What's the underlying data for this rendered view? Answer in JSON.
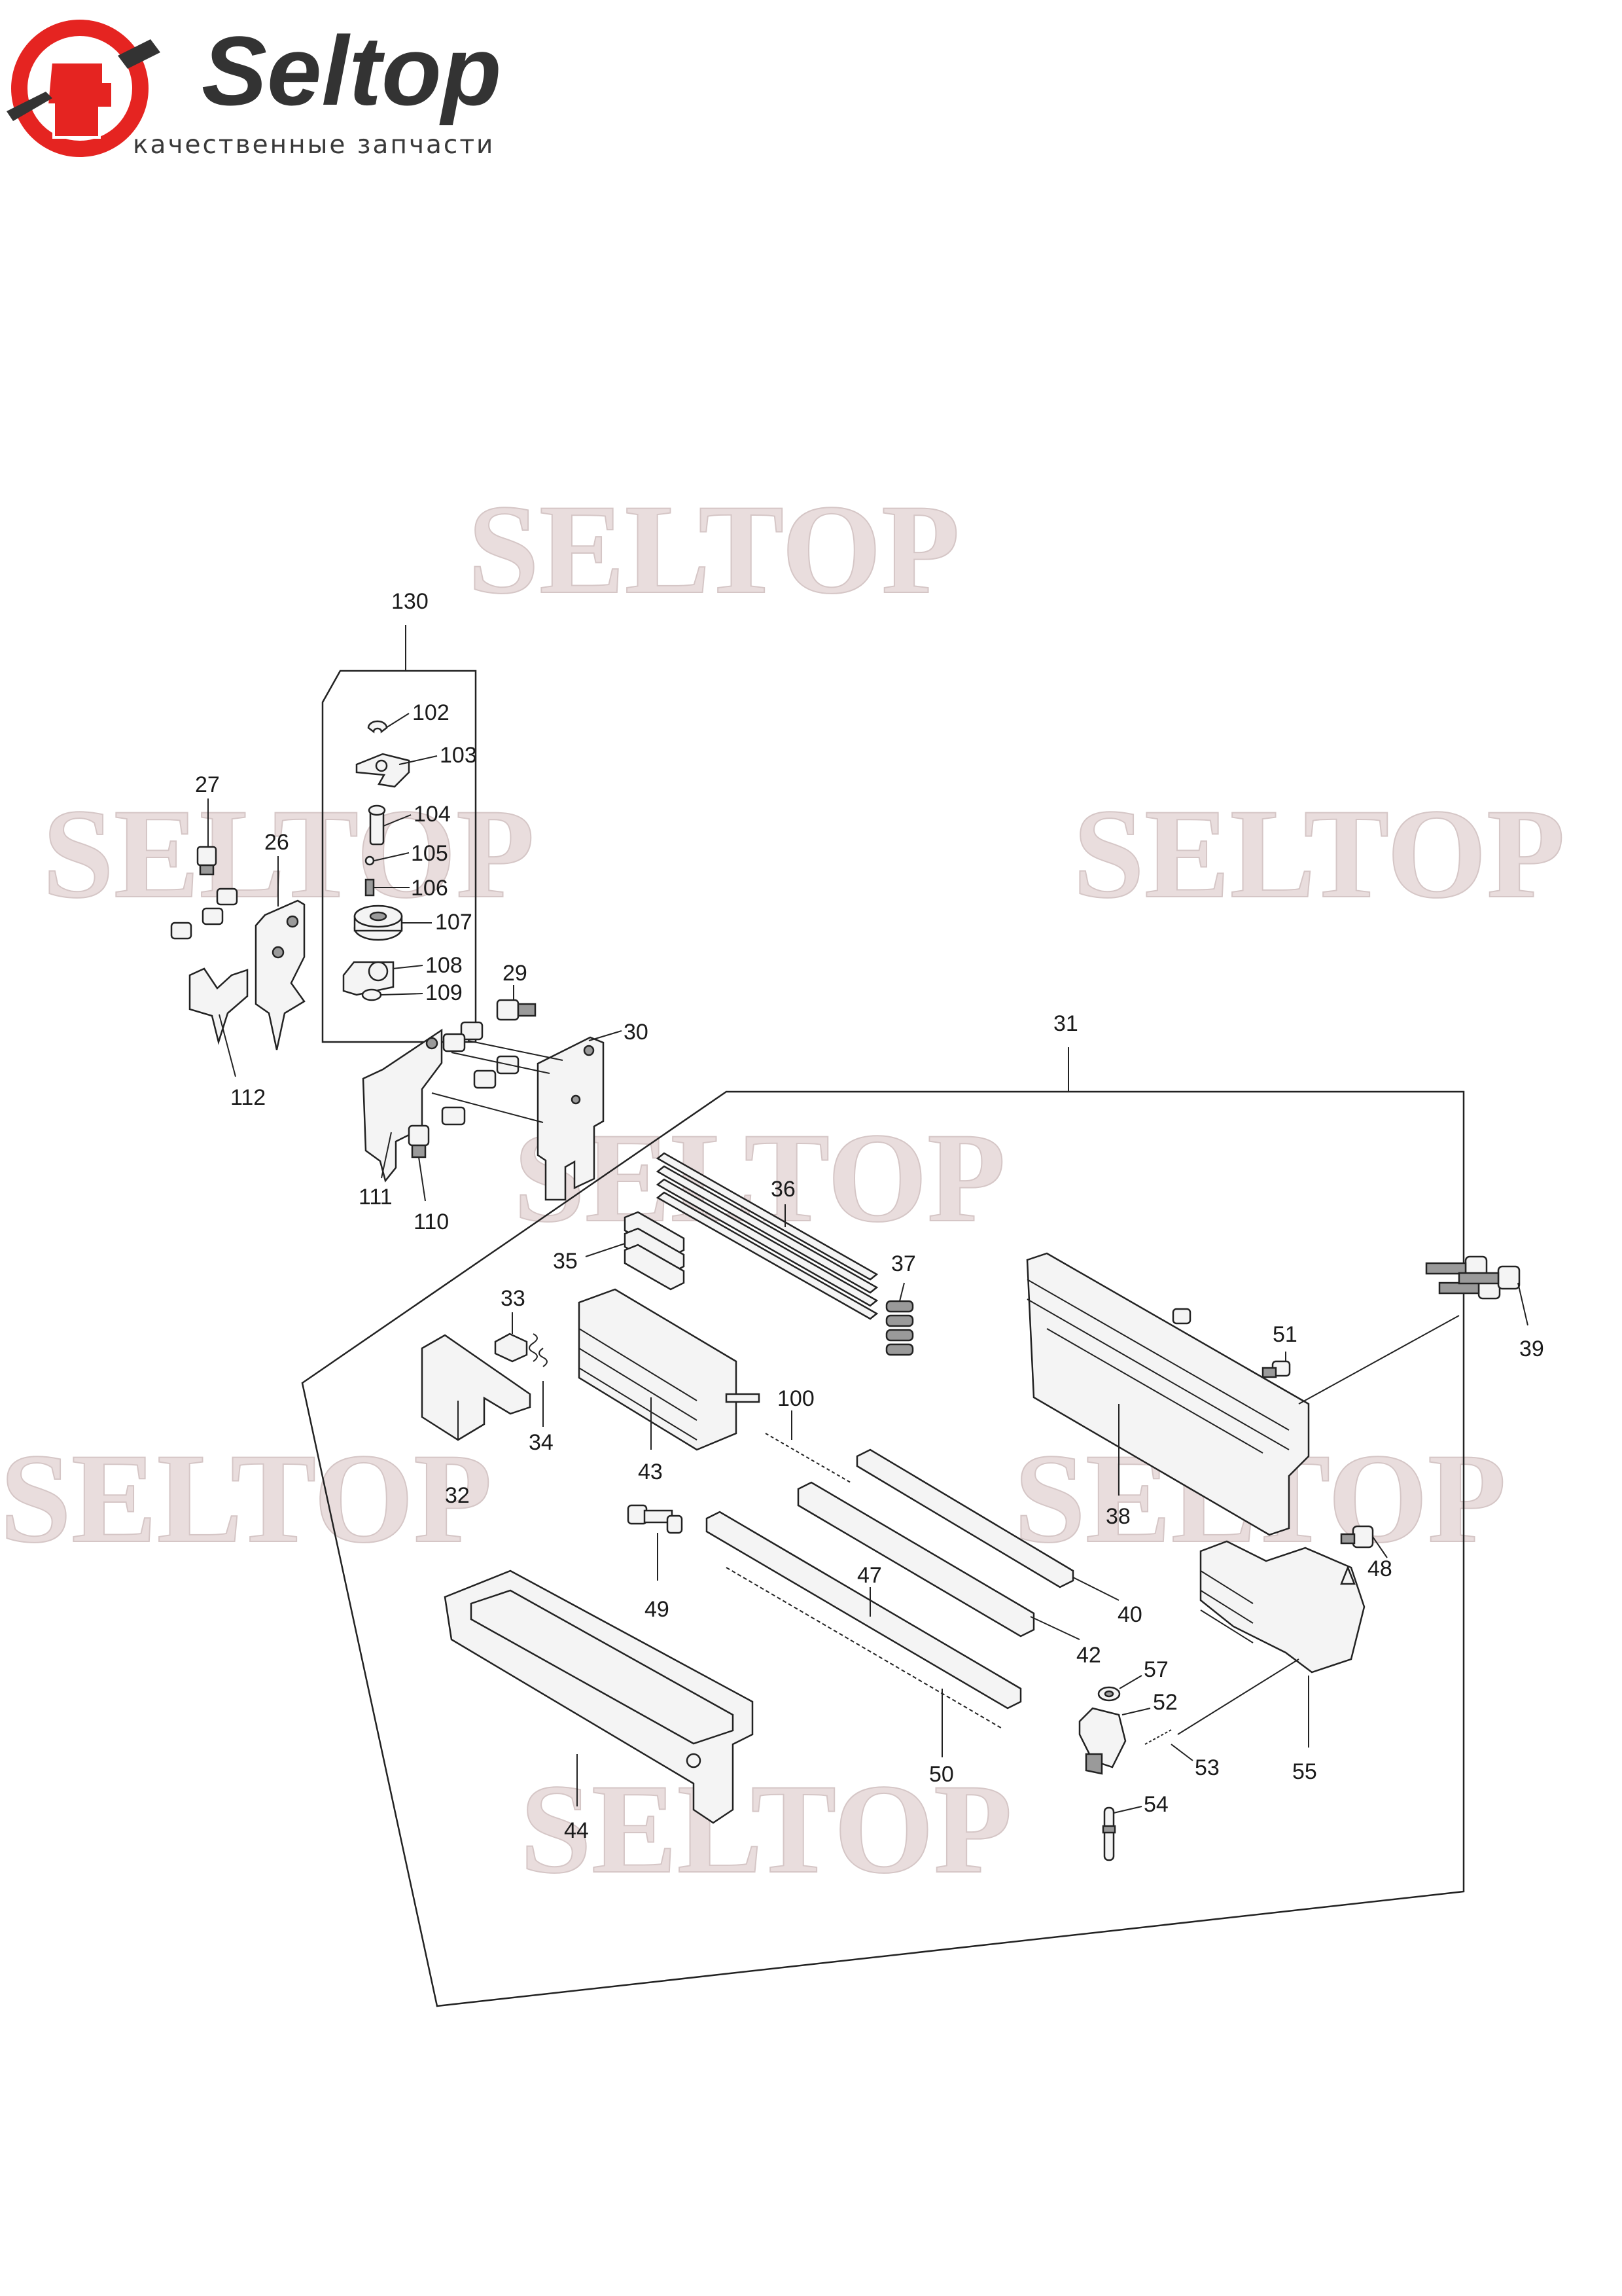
{
  "brand": {
    "name": "Seltop",
    "tagline": "качественные запчасти"
  },
  "watermark": "SELTOP",
  "colors": {
    "logo_red": "#e52421",
    "logo_dark": "#333333",
    "watermark": "#e2d2d2"
  },
  "labels": {
    "p130": "130",
    "p102": "102",
    "p103": "103",
    "p104": "104",
    "p105": "105",
    "p106": "106",
    "p107": "107",
    "p108": "108",
    "p109": "109",
    "p27": "27",
    "p26": "26",
    "p112": "112",
    "p29": "29",
    "p30": "30",
    "p111": "111",
    "p110": "110",
    "p31": "31",
    "p36": "36",
    "p35": "35",
    "p37": "37",
    "p33": "33",
    "p34": "34",
    "p32": "32",
    "p43": "43",
    "p100": "100",
    "p49": "49",
    "p51": "51",
    "p39": "39",
    "p38": "38",
    "p40": "40",
    "p42": "42",
    "p47": "47",
    "p50": "50",
    "p44": "44",
    "p48": "48",
    "p57": "57",
    "p52": "52",
    "p53": "53",
    "p55": "55",
    "p54": "54"
  }
}
